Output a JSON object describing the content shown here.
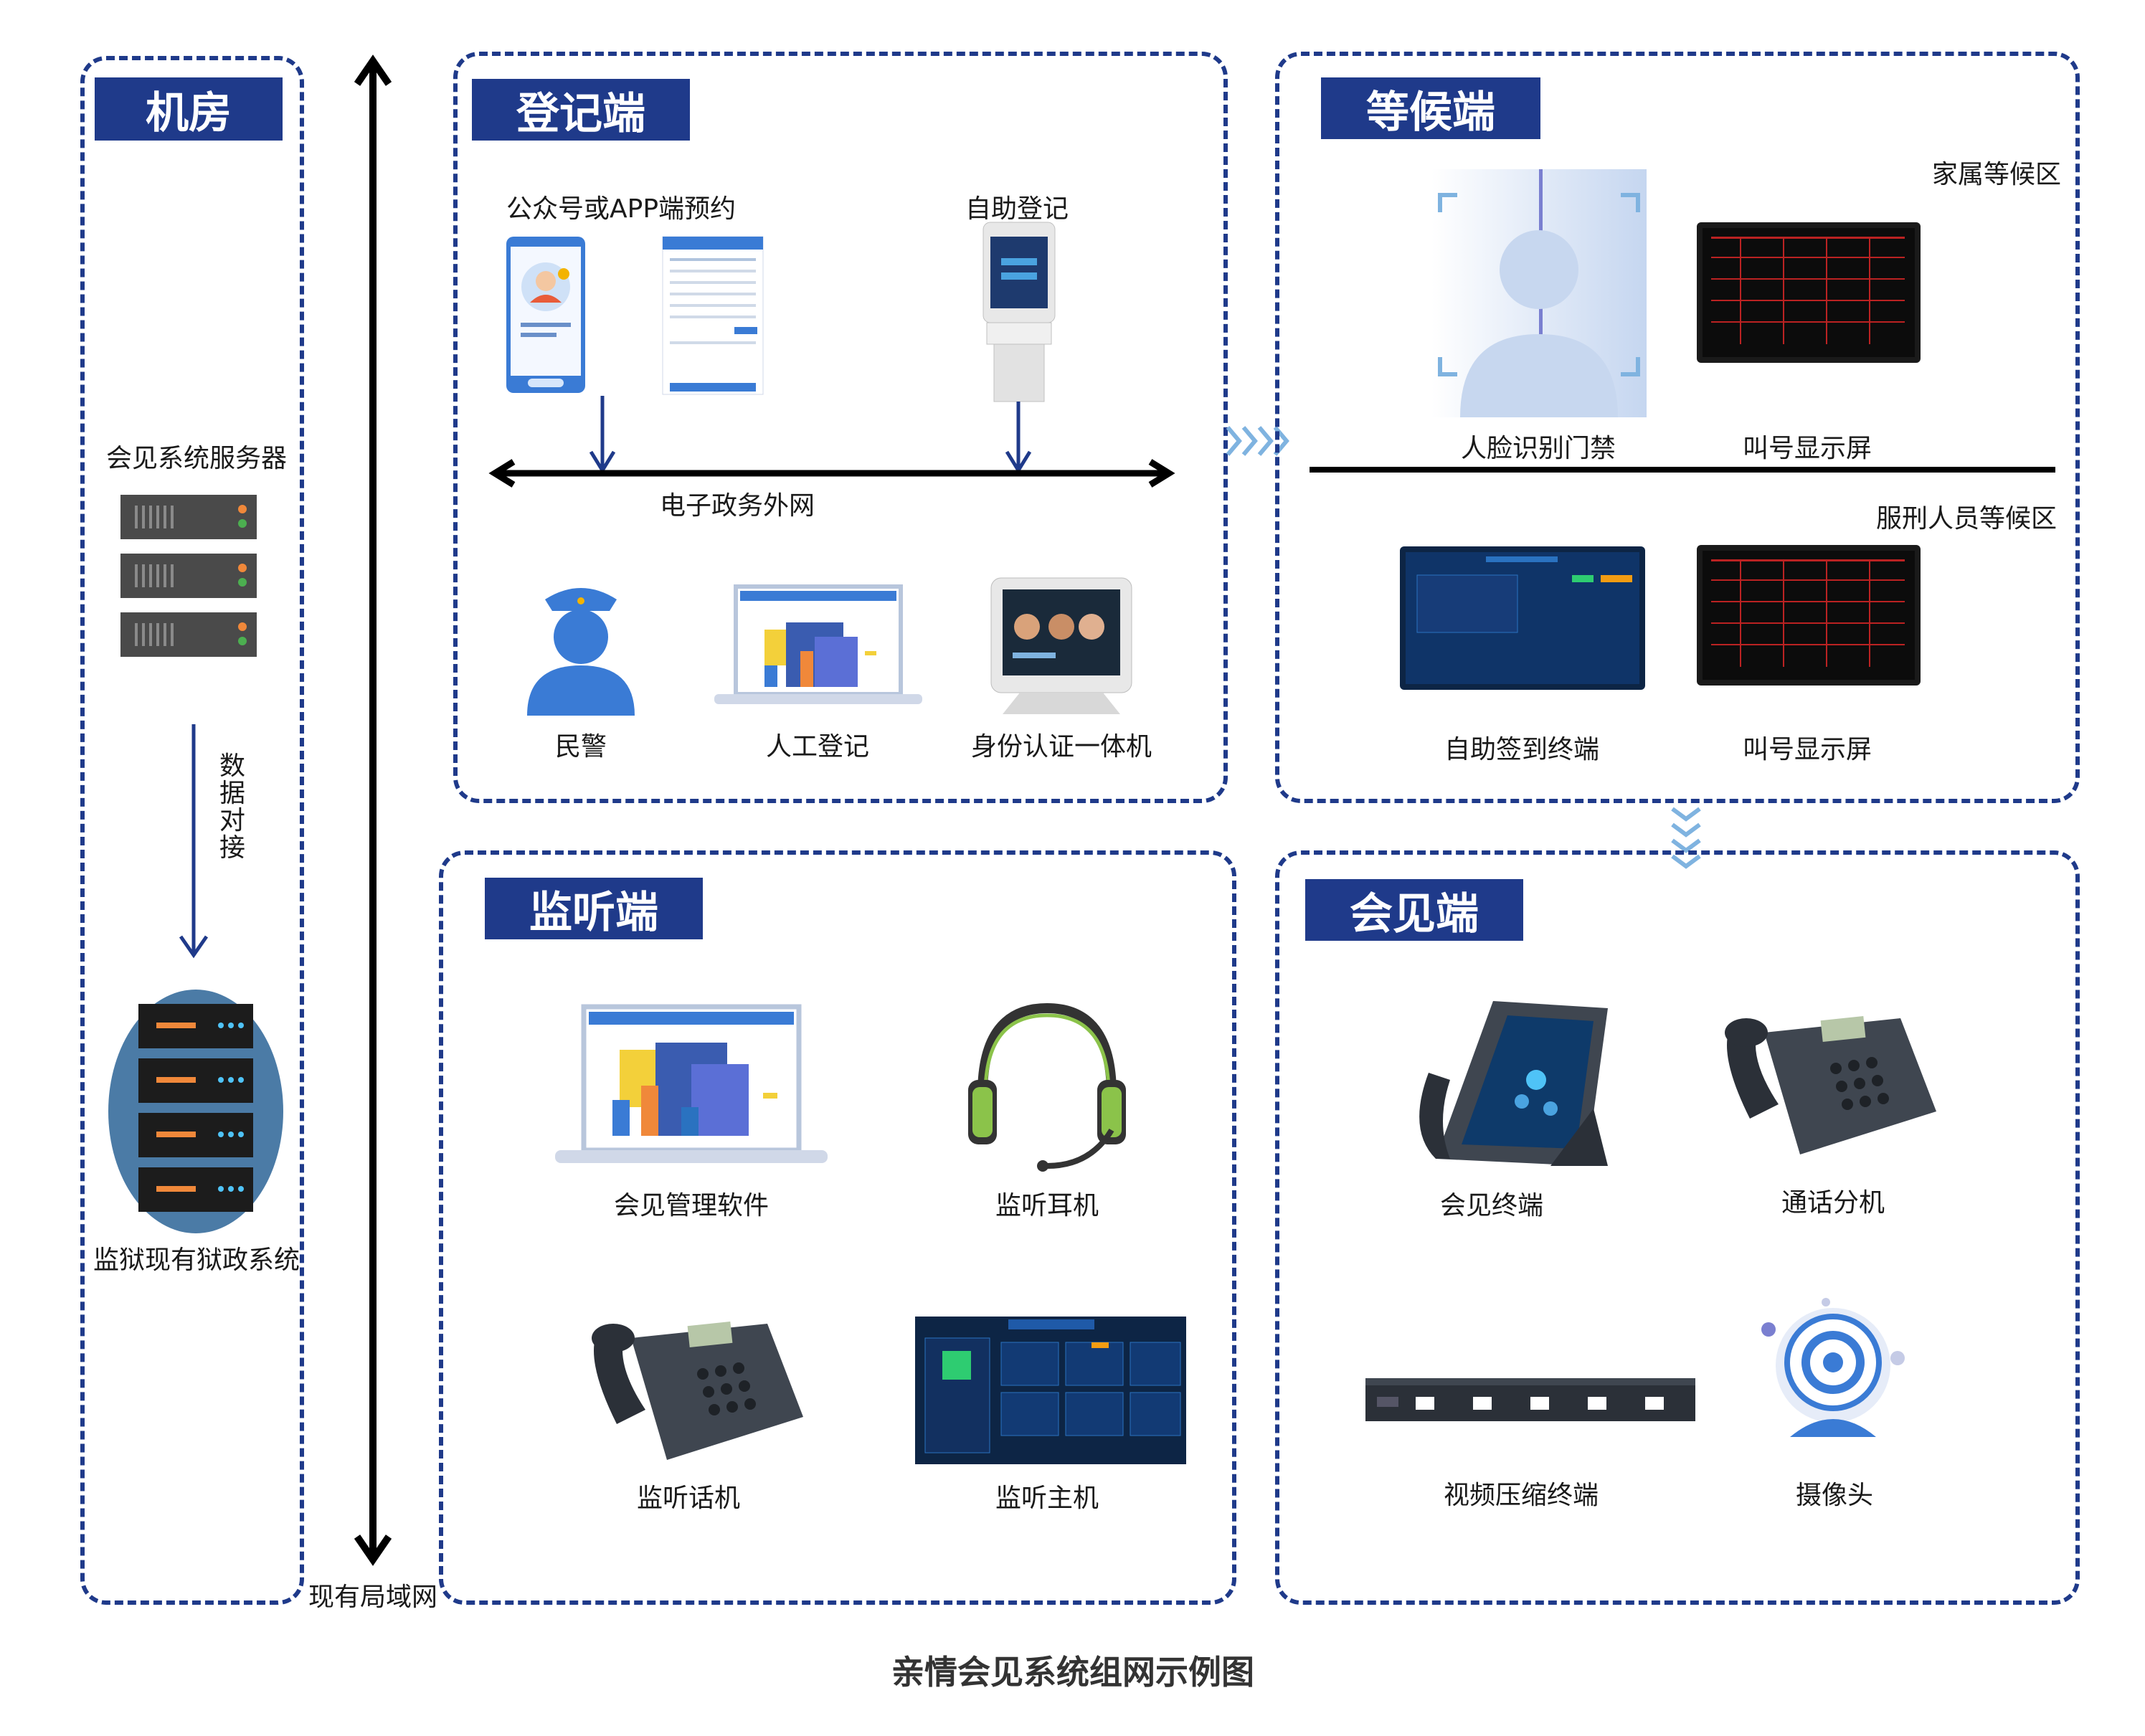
{
  "sections": {
    "machine_room": {
      "title": "机房",
      "server_label": "会见系统服务器",
      "data_link_label": "数\n据\n对\n接",
      "existing_system_label": "监狱现有狱政系统"
    },
    "lan_label": "现有局域网",
    "registration": {
      "title": "登记端",
      "app_label": "公众号或APP端预约",
      "kiosk_label": "自助登记",
      "network_label": "电子政务外网",
      "police_label": "民警",
      "manual_label": "人工登记",
      "id_machine_label": "身份认证一体机"
    },
    "waiting": {
      "title": "等候端",
      "family_area": "家属等候区",
      "face_label": "人脸识别门禁",
      "call_display_1": "叫号显示屏",
      "inmate_area": "服刑人员等候区",
      "self_checkin_label": "自助签到终端",
      "call_display_2": "叫号显示屏"
    },
    "monitoring": {
      "title": "监听端",
      "software_label": "会见管理软件",
      "headset_label": "监听耳机",
      "phone_label": "监听话机",
      "host_label": "监听主机"
    },
    "meeting": {
      "title": "会见端",
      "terminal_label": "会见终端",
      "extension_label": "通话分机",
      "encoder_label": "视频压缩终端",
      "camera_label": "摄像头"
    }
  },
  "footer_title": "亲情会见系统组网示例图",
  "colors": {
    "primary": "#1f3a8a",
    "accent": "#7fb3e0"
  }
}
